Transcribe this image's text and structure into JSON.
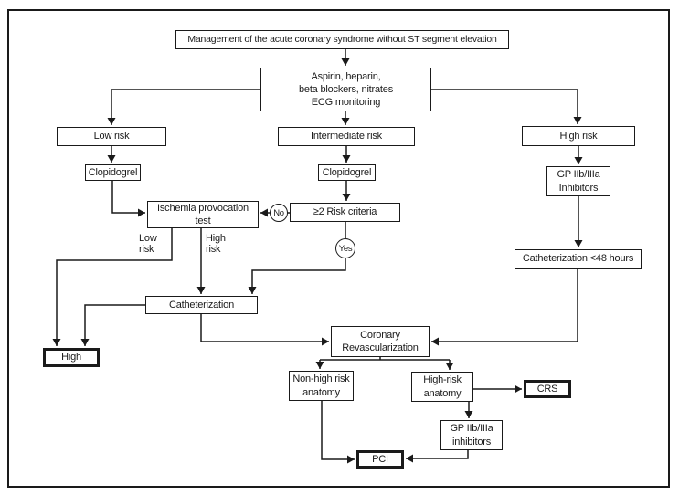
{
  "diagram": {
    "title": "Management of the acute coronary syndrome without ST segment elevation",
    "nodes": {
      "initial_therapy": [
        "Aspirin, heparin,",
        "beta blockers, nitrates",
        "ECG monitoring"
      ],
      "low_risk": "Low risk",
      "intermediate_risk": "Intermediate risk",
      "high_risk": "High risk",
      "clopidogrel_low": "Clopidogrel",
      "clopidogrel_mid": "Clopidogrel",
      "gp_inhibitors_high": [
        "GP IIb/IIIa",
        "Inhibitors"
      ],
      "ischemia_test": [
        "Ischemia provocation",
        "test"
      ],
      "risk_criteria": "≥2 Risk criteria",
      "cath_48_hours": "Catheterization <48 hours",
      "catheterization": "Catheterization",
      "high_outcome": "High",
      "coronary_revascularization": [
        "Coronary",
        "Revascularization"
      ],
      "non_high_risk_anatomy": [
        "Non-high risk",
        "anatomy"
      ],
      "high_risk_anatomy": [
        "High-risk",
        "anatomy"
      ],
      "crs": "CRS",
      "gp_inhibitors_low": [
        "GP IIb/IIIa",
        "inhibitors"
      ],
      "pci": "PCI"
    },
    "edge_labels": {
      "no": "No",
      "yes": "Yes",
      "low_risk": [
        "Low",
        "risk"
      ],
      "high_risk": [
        "High",
        "risk"
      ]
    },
    "colors": {
      "ink": "#1a1a1a",
      "background": "#ffffff"
    }
  }
}
